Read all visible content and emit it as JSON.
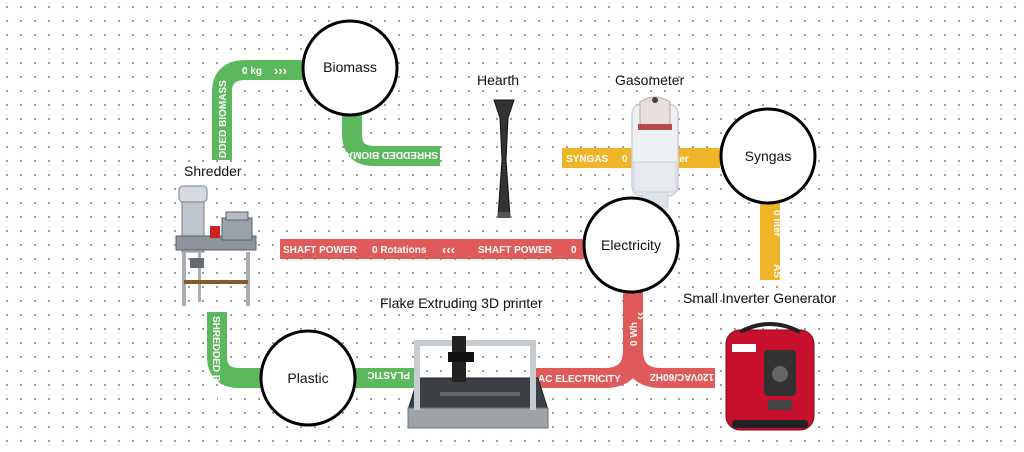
{
  "colors": {
    "biomass_flow": "#5cb85c",
    "plastic_flow": "#5cb85c",
    "syngas_flow": "#f0b429",
    "electricity_flow": "#e05a5a",
    "generator_red": "#c8102e"
  },
  "nodes": {
    "biomass": "Biomass",
    "syngas": "Syngas",
    "electricity": "Electricity",
    "plastic": "Plastic"
  },
  "machines": {
    "shredder": "Shredder",
    "hearth": "Hearth",
    "gasometer": "Gasometer",
    "printer": "Flake Extruding 3D printer",
    "generator": "Small Inverter Generator"
  },
  "flows": {
    "shredded_biomass_left": "DDED BIOMASS",
    "biomass_amount": "0 kg",
    "biomass_arrows": "›››",
    "shredded_biomass_right": "SHREDDED BIOMASS",
    "syngas_label": "SYNGAS",
    "syngas_amount": "0",
    "syngas_unit_tail": "ter",
    "syngas_down_amount": "0 liter",
    "syngas_down_tail": "AS",
    "shaft_power_left": "SHAFT POWER",
    "shaft_amount": "0 Rotations",
    "shaft_arrows": "‹‹‹",
    "shaft_power_right": "SHAFT POWER",
    "shaft_tail": "0",
    "ac_electricity": "AC ELECTRICITY",
    "elec_amount": "0 Wh",
    "elec_arrows": "››",
    "voltage": "120VAC/60HZ",
    "shredded_plastic": "SHREDDED PLASTI",
    "plastic_to_printer": "PLASTIC"
  }
}
